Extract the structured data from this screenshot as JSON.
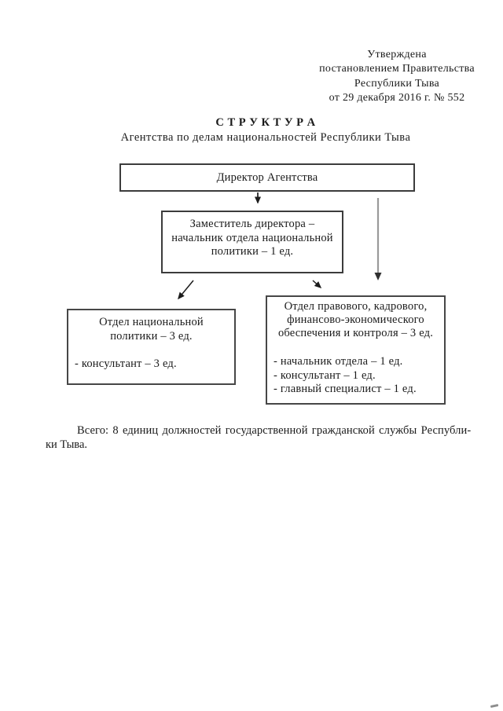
{
  "document": {
    "approval": {
      "lines": [
        "Утверждена",
        "постановлением Правительства",
        "Республики Тыва",
        "от 29 декабря 2016 г. № 552"
      ]
    },
    "title": "С Т Р У К Т У Р А",
    "subtitle": "Агентства по делам национальностей Республики Тыва",
    "footer": {
      "line1": "Всего: 8 единиц должностей государственной гражданской службы Республи-",
      "line2": "ки Тыва."
    }
  },
  "org_chart": {
    "director": {
      "label": "Директор Агентства"
    },
    "deputy": {
      "lines": [
        "Заместитель директора –",
        "начальник отдела национальной",
        "политики – 1 ед."
      ]
    },
    "dept_national_policy": {
      "title_lines": [
        "Отдел национальной",
        "политики – 3 ед."
      ],
      "staff": [
        "- консультант – 3 ед."
      ]
    },
    "dept_legal_hr_finance": {
      "title_lines": [
        "Отдел правового, кадрового,",
        "финансово-экономического",
        "обеспечения и контроля – 3 ед."
      ],
      "staff": [
        "- начальник отдела – 1 ед.",
        "- консультант – 1 ед.",
        "- главный специалист – 1 ед."
      ]
    }
  },
  "colors": {
    "paper": "#ffffff",
    "ink": "#1a1a1a",
    "box_border": "#3c3c3c",
    "connector_gray": "#9a9a9a"
  }
}
